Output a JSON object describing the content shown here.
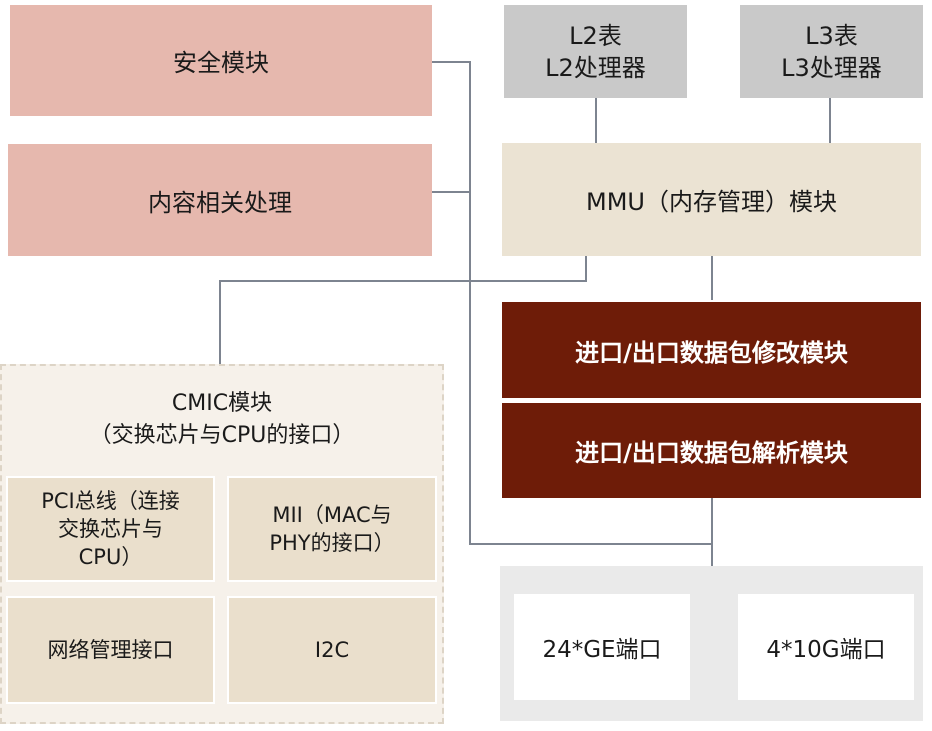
{
  "security_module": "安全模块",
  "content_processing": "内容相关处理",
  "l2": {
    "line1": "L2表",
    "line2": "L2处理器"
  },
  "l3": {
    "line1": "L3表",
    "line2": "L3处理器"
  },
  "mmu": "MMU（内存管理）模块",
  "packet_modify": "进口/出口数据包修改模块",
  "packet_parse": "进口/出口数据包解析模块",
  "cmic": {
    "title_line1": "CMIC模块",
    "title_line2": "（交换芯片与CPU的接口）",
    "pci": [
      "PCI总线（连接",
      "交换芯片与",
      "CPU）"
    ],
    "mii": [
      "MII（MAC与",
      "PHY的接口）"
    ],
    "netmgmt": "网络管理接口",
    "i2c": "I2C"
  },
  "ports": {
    "ge": "24*GE端口",
    "tenge": "4*10G端口"
  },
  "colors": {
    "pink": "#e6b8ae",
    "gray": "#c9c9c9",
    "beige": "#ebe3d3",
    "dark_red": "#6e1c08",
    "cmic_bg": "#f6f1ea",
    "sub_bg": "#eadfcc",
    "port_bg": "#eaeaea",
    "line": "#7d8490"
  }
}
